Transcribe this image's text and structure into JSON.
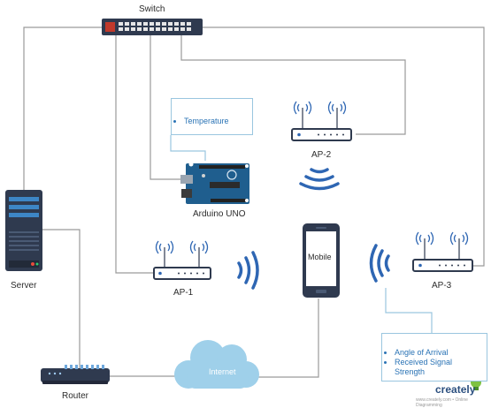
{
  "labels": {
    "switch": "Switch",
    "server": "Server",
    "router": "Router",
    "arduino": "Arduino UNO",
    "ap1": "AP-1",
    "ap2": "AP-2",
    "ap3": "AP-3",
    "mobile": "Mobile",
    "internet": "Internet"
  },
  "callouts": {
    "temperature": [
      "Temperature"
    ],
    "localization": [
      "Angle of Arrival",
      "Received Signal Strength"
    ]
  },
  "branding": {
    "logo": "creately",
    "tagline": "www.creately.com • Online Diagramming"
  },
  "colors": {
    "line": "#9a9a9a",
    "accent": "#2e66b3",
    "device_dark": "#2f3a4f",
    "cloud": "#9fd0ea",
    "callout_border": "#9ac6df",
    "callout_text": "#2a73b5"
  }
}
